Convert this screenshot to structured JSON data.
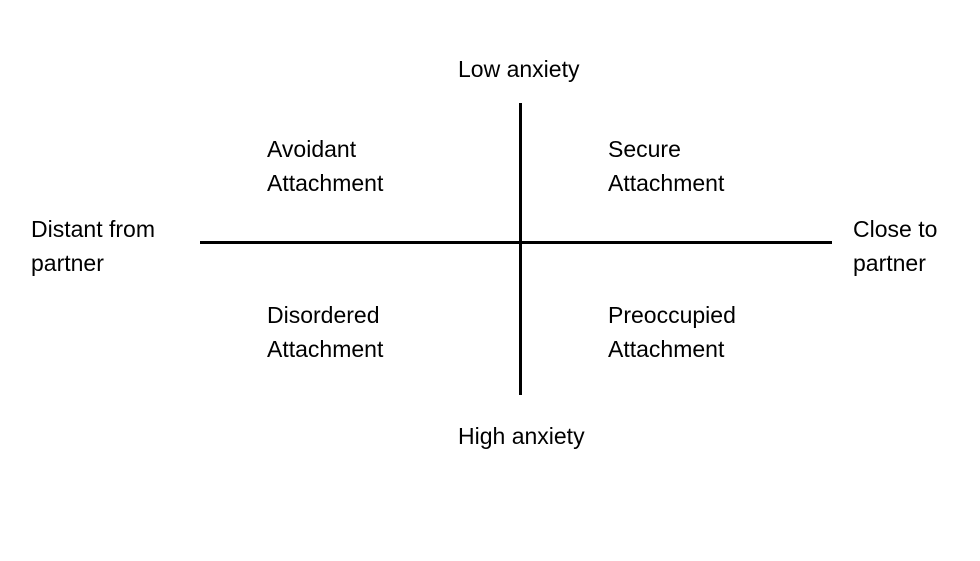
{
  "axes": {
    "top": "Low anxiety",
    "bottom": "High anxiety",
    "left": [
      "Distant from",
      "partner"
    ],
    "right": [
      "Close to",
      "partner"
    ]
  },
  "quadrants": {
    "top_left": [
      "Avoidant",
      "Attachment"
    ],
    "top_right": [
      "Secure",
      "Attachment"
    ],
    "bottom_left": [
      "Disordered",
      "Attachment"
    ],
    "bottom_right": [
      "Preoccupied",
      "Attachment"
    ]
  }
}
